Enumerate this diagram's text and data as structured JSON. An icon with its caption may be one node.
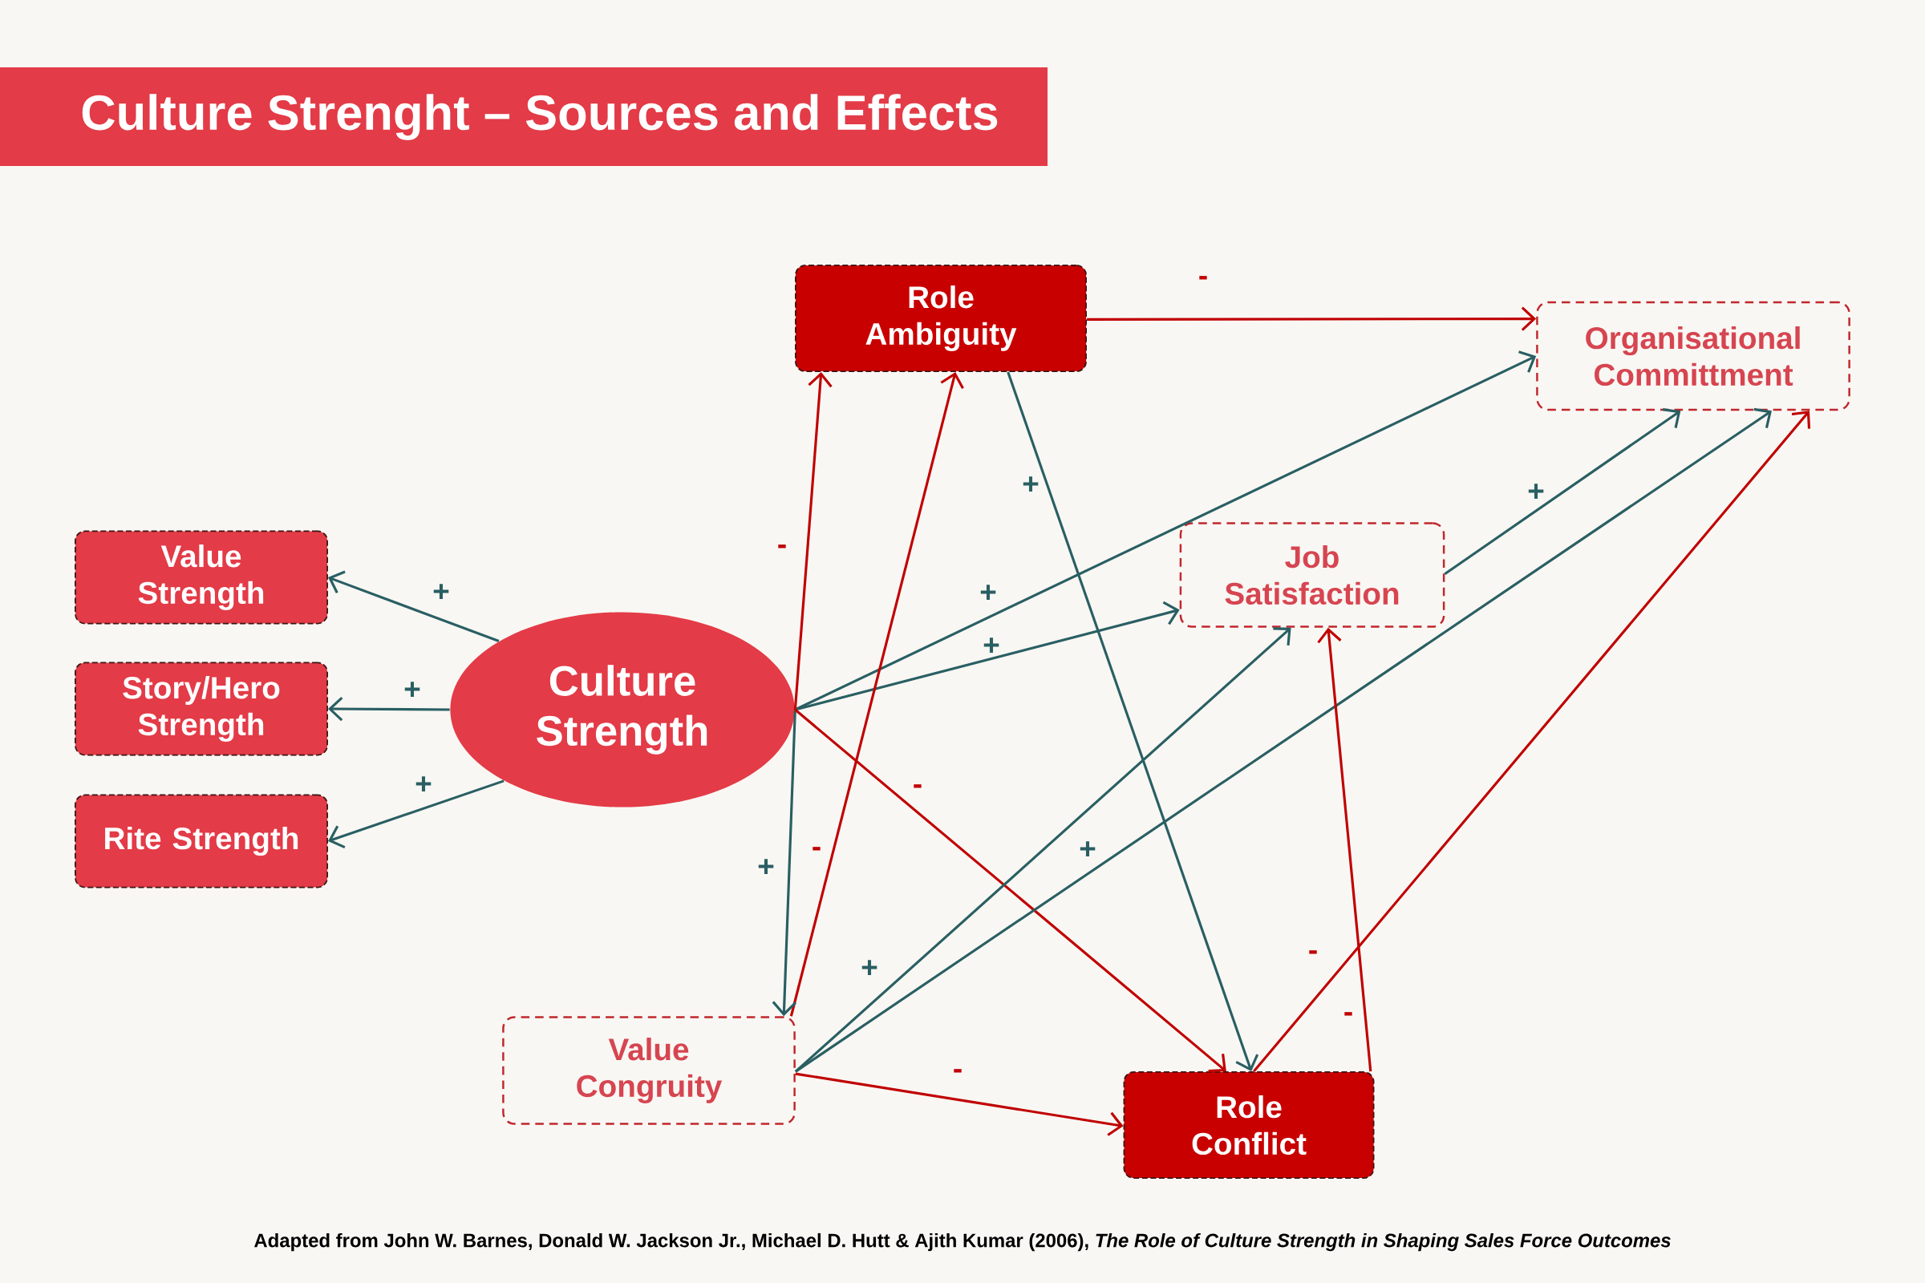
{
  "diagram": {
    "title": "Culture Strenght – Sources and Effects",
    "caption": "Adapted from John W. Barnes, Donald W. Jackson Jr., Michael D. Hutt & Ajith Kumar (2006), *The Role of Culture Strength in Shaping Sales Force Outcomes*",
    "nodes": [
      {
        "text": [
          "Role Ambiguity"
        ]
      },
      {
        "text": [
          "Organisational Committment"
        ]
      },
      {
        "text": [
          "Value Strength"
        ]
      },
      {
        "text": [
          "Job Satisfaction"
        ]
      },
      {
        "text": [
          "Story/Hero Strength"
        ]
      },
      {
        "text": [
          "Culture Strength"
        ]
      },
      {
        "text": [
          "Rite Strength"
        ]
      },
      {
        "text": [
          "Value Congruity"
        ]
      },
      {
        "text": [
          "Role Conflict"
        ]
      }
    ],
    "edges": [
      {
        "from": 5,
        "to": 2,
        "arrow": "to",
        "label": "+"
      },
      {
        "from": 5,
        "to": 4,
        "arrow": "to",
        "label": "+"
      },
      {
        "from": 5,
        "to": 6,
        "arrow": "to",
        "label": "+"
      },
      {
        "from": 0,
        "to": 1,
        "arrow": "to",
        "label": "-",
        "color": "#c00000"
      },
      {
        "from": 5,
        "to": 1,
        "arrow": "to",
        "label": "+"
      },
      {
        "from": 5,
        "to": 3,
        "arrow": "to",
        "label": "+"
      },
      {
        "from": 5,
        "to": 0,
        "arrow": "to",
        "label": "-",
        "color": "#c00000"
      },
      {
        "from": 7,
        "to": 0,
        "arrow": "to",
        "label": "-",
        "color": "#c00000"
      },
      {
        "from": 5,
        "to": 7,
        "arrow": "to",
        "label": "+"
      },
      {
        "from": 0,
        "to": 8,
        "arrow": "to",
        "label": "+"
      },
      {
        "from": 5,
        "to": 8,
        "arrow": "to",
        "label": "-",
        "color": "#c00000"
      },
      {
        "from": 7,
        "to": 3,
        "arrow": "to",
        "label": "+"
      },
      {
        "from": 7,
        "to": 1,
        "arrow": "to",
        "label": "+"
      },
      {
        "from": 7,
        "to": 8,
        "arrow": "to",
        "label": "-",
        "color": "#c00000"
      },
      {
        "from": 3,
        "to": 1,
        "arrow": "to",
        "label": "+"
      },
      {
        "from": 8,
        "to": 1,
        "arrow": "to",
        "label": "-",
        "color": "#c00000"
      },
      {
        "from": 8,
        "to": 3,
        "arrow": "to",
        "label": "-",
        "color": "#c00000"
      }
    ]
  }
}
